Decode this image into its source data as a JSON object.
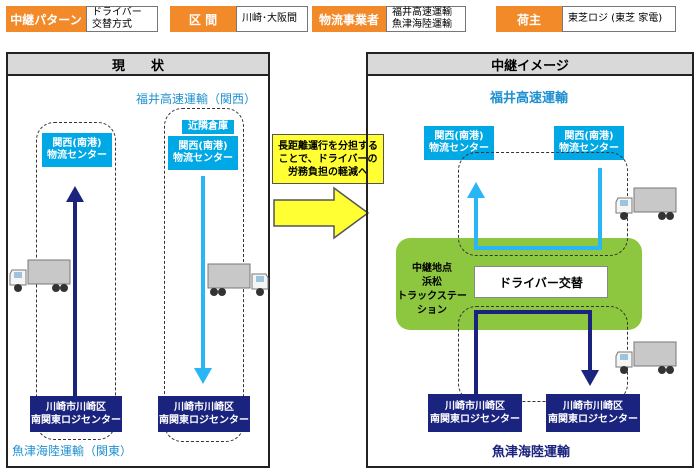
{
  "header": {
    "relay_pattern_label": "中継パターン",
    "relay_pattern_value": "ドライバー\n交替方式",
    "section_label": "区 間",
    "section_value": "川崎･大阪間",
    "carrier_label": "物流事業者",
    "carrier_value": "福井高速運輸\n魚津海陸運輸",
    "shipper_label": "荷主",
    "shipper_value": "東芝ロジ (東芝 家電)"
  },
  "current": {
    "title": "現　　状",
    "company_top": "福井高速運輸（関西）",
    "company_bottom": "魚津海陸運輸（関東）",
    "warehouse_tag": "近隣倉庫",
    "kansai_left": "関西(南港)\n物流センター",
    "kansai_right": "関西(南港)\n物流センター",
    "kawasaki_left": "川崎市川崎区\n南関東ロジセンター",
    "kawasaki_right": "川崎市川崎区\n南関東ロジセンター"
  },
  "middle": {
    "message": "長距離運行を分担する\nことで、ドライバーの\n労務負担の軽減へ"
  },
  "relay": {
    "title": "中継イメージ",
    "company_top": "福井高速運輸",
    "company_bottom": "魚津海陸運輸",
    "kansai_left": "関西(南港)\n物流センター",
    "kansai_right": "関西(南港)\n物流センター",
    "relay_point": "中継地点\n浜松\nトラックステーション",
    "driver_swap": "ドライバー交替",
    "kawasaki_left": "川崎市川崎区\n南関東ロジセンター",
    "kawasaki_right": "川崎市川崎区\n南関東ロジセンター"
  },
  "colors": {
    "header_orange": "#f28a2a",
    "cyan": "#00a8e6",
    "navy": "#1a237e",
    "green": "#8dc63f",
    "yellow": "#ffff33",
    "company_blue": "#1e90d0",
    "company_navy": "#1a237e"
  }
}
